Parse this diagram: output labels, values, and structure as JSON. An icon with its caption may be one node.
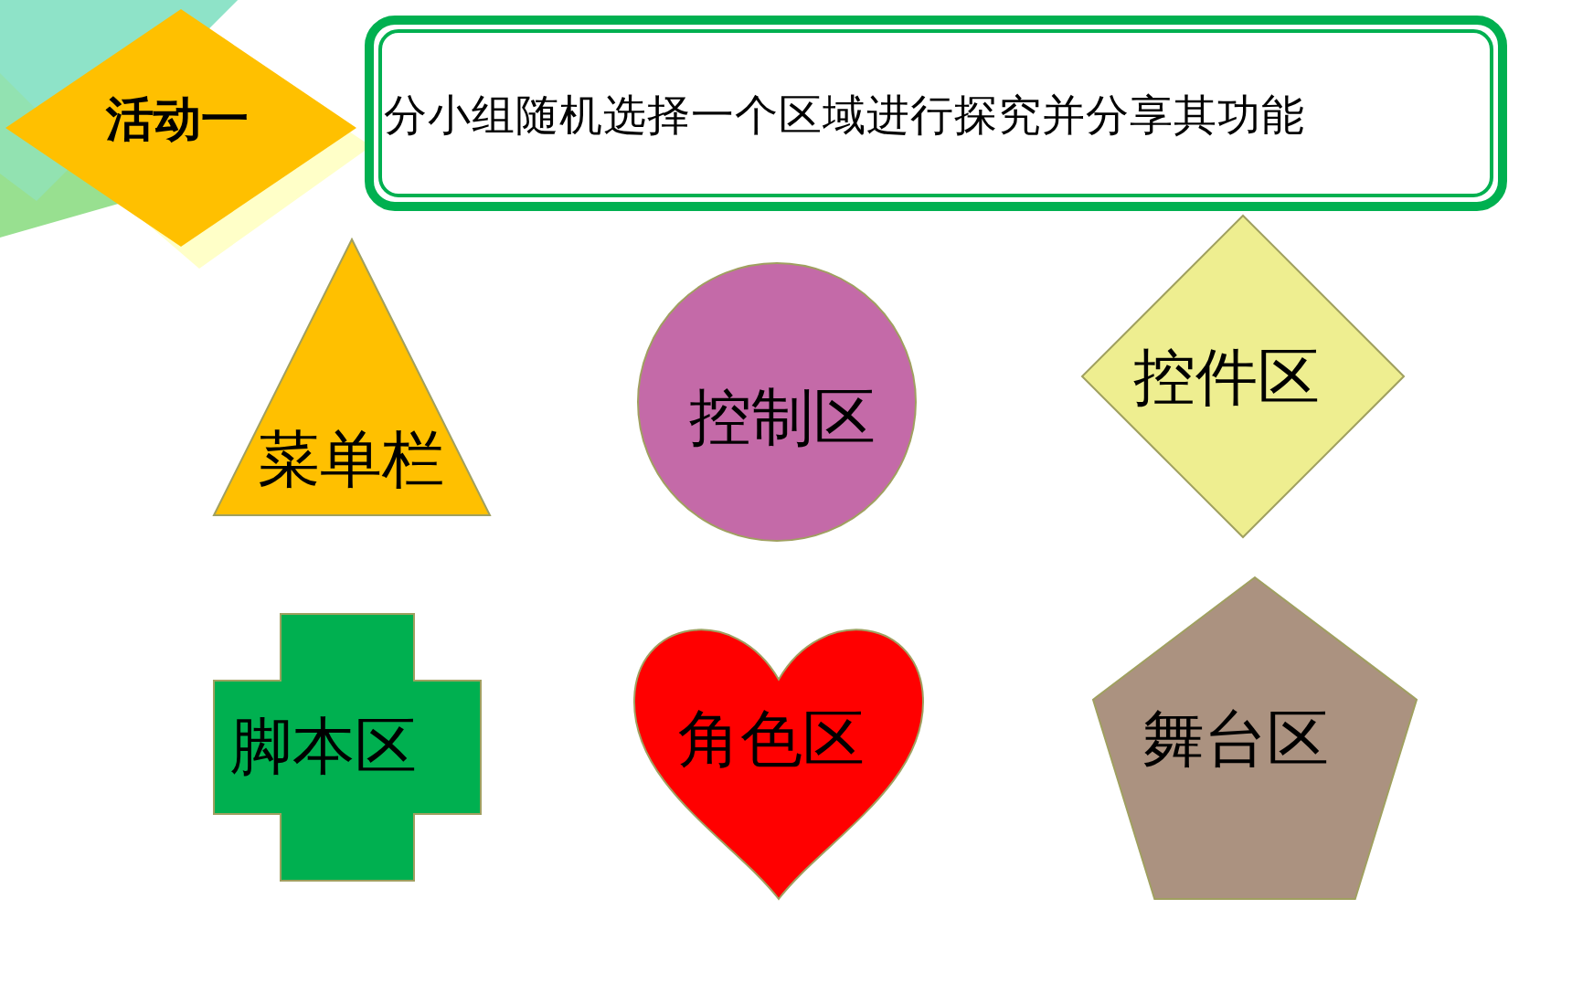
{
  "diagram": {
    "nodes": [
      {
        "text": [
          "活动一"
        ]
      },
      {
        "text": [
          "分小组随机选择一个区域进行探究并分享其功能"
        ]
      },
      {
        "text": [
          "菜单栏"
        ]
      },
      {
        "text": [
          "控制区"
        ]
      },
      {
        "text": [
          "控件区"
        ]
      },
      {
        "text": [
          "脚本区"
        ]
      },
      {
        "text": [
          "角色区"
        ]
      },
      {
        "text": [
          "舞台区"
        ]
      }
    ]
  }
}
